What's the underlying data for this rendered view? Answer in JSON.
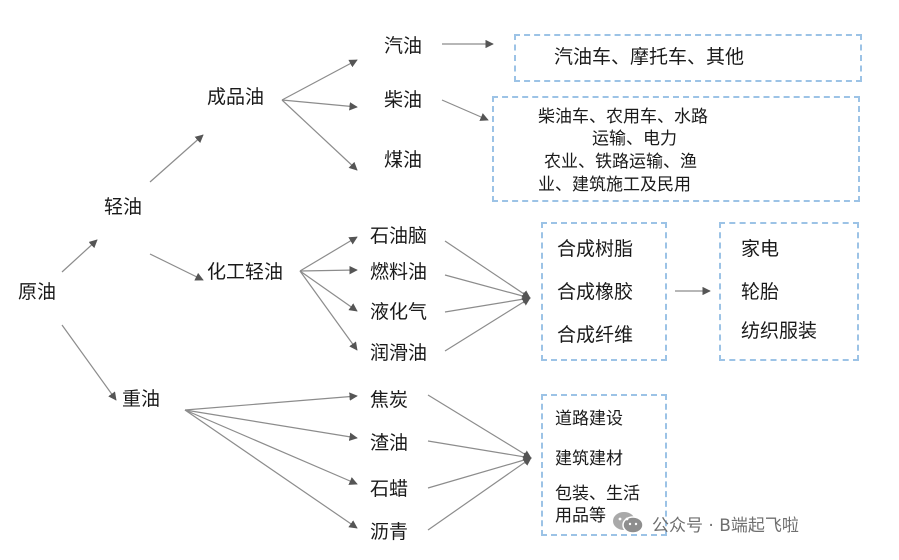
{
  "nodes": {
    "crude": "原油",
    "light_oil": "轻油",
    "heavy_oil": "重油",
    "refined_oil": "成品油",
    "chem_light_oil": "化工轻油",
    "gasoline": "汽油",
    "diesel": "柴油",
    "kerosene": "煤油",
    "naphtha": "石油脑",
    "fuel_oil": "燃料油",
    "lpg": "液化气",
    "lube_oil": "润滑油",
    "coke": "焦炭",
    "residue": "渣油",
    "wax": "石蜡",
    "asphalt": "沥青"
  },
  "boxes": {
    "gasoline_use": [
      "汽油车、摩托车、其他"
    ],
    "diesel_use": [
      "柴油车、农用车、水路",
      "运输、电力",
      "农业、铁路运输、渔",
      "业、建筑施工及民用"
    ],
    "synthetics": [
      "合成树脂",
      "合成橡胶",
      "合成纤维"
    ],
    "consumer": [
      "家电",
      "轮胎",
      "纺织服装"
    ],
    "heavy_use": [
      "道路建设",
      "建筑建材",
      "包装、生活",
      "用品等"
    ]
  },
  "watermark": {
    "text": "公众号 · B端起飞啦",
    "icon": "wechat-icon"
  },
  "colors": {
    "line": "#8c8c8c",
    "box_border": "#9cc3e6",
    "text": "#1a1a1a"
  }
}
